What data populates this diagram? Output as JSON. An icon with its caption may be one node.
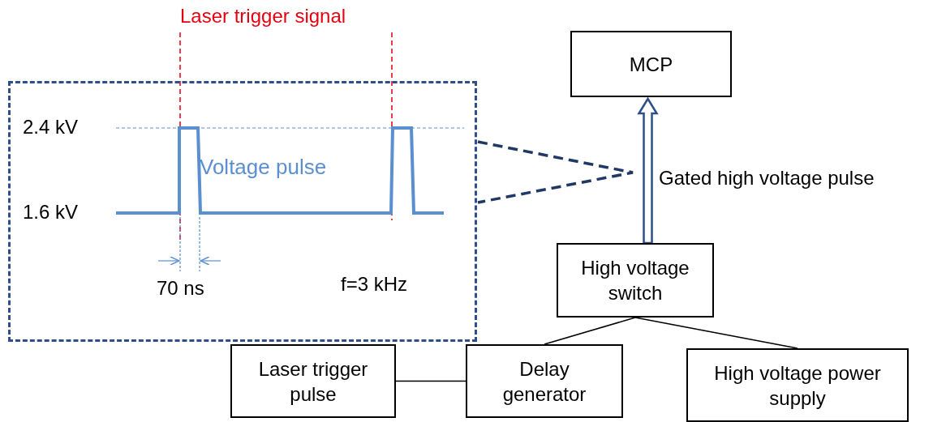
{
  "diagram": {
    "nodes": [
      {
        "text": [
          "MCP"
        ]
      },
      {
        "text": [],
        "shape": "box"
      },
      {
        "text": [
          "High voltage switch"
        ]
      },
      {
        "text": [
          "Laser trigger pulse"
        ]
      },
      {
        "text": [
          "Delay generator"
        ]
      },
      {
        "text": [
          "High voltage power supply"
        ]
      }
    ],
    "edges": [
      {
        "from": 2,
        "to": 0,
        "arrow": "to",
        "label": "Gated high voltage pulse",
        "style": "thick",
        "color": "#2e4f8a"
      },
      {
        "from": 3,
        "to": 4,
        "arrow": "none"
      },
      {
        "from": 4,
        "to": 2,
        "arrow": "none"
      },
      {
        "from": 5,
        "to": 2,
        "arrow": "none"
      },
      {
        "from": 1,
        "to": null,
        "arrow": "none",
        "style": "dashed",
        "color": "#1f3864"
      }
    ],
    "labels": [
      "Laser trigger signal",
      "2.4 kV",
      "Voltage pulse",
      "1.6 kV",
      "70 ns",
      "f=3 kHz"
    ]
  }
}
